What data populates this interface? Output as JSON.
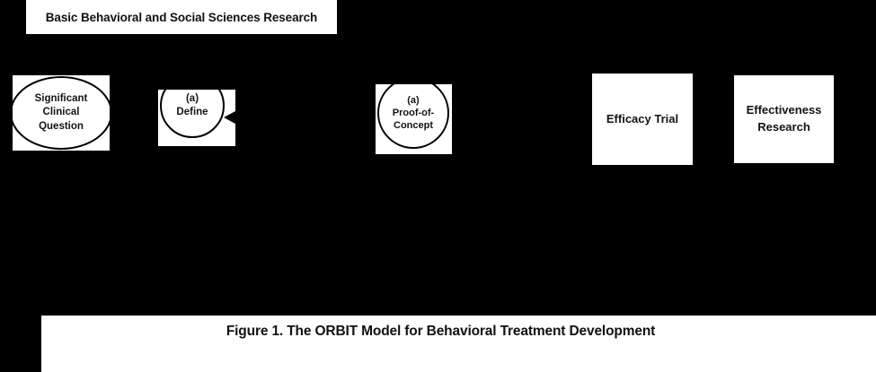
{
  "figure": {
    "background_color": "#000000",
    "shape_fill": "#ffffff",
    "stroke_color": "#000000",
    "text_color": "#141414"
  },
  "title_banner": {
    "label": "Basic Behavioral and Social Sciences Research"
  },
  "nodes": {
    "question": {
      "shape": "ellipse",
      "lines": [
        "Significant",
        "Clinical",
        "Question"
      ]
    },
    "define": {
      "shape": "circle",
      "lines": [
        "(a)",
        "Define"
      ]
    },
    "proof_of_concept": {
      "shape": "circle",
      "lines": [
        "(a)",
        "Proof-of-",
        "Concept"
      ]
    },
    "efficacy_trial": {
      "shape": "rectangle",
      "label": "Efficacy Trial"
    },
    "effectiveness_research": {
      "shape": "rectangle",
      "lines": [
        "Effectiveness",
        "Research"
      ]
    }
  },
  "connectors": {
    "define_arrow": {
      "icon": "arrowhead-left-icon",
      "direction": "left"
    }
  },
  "caption": {
    "text": "Figure 1.  The ORBIT Model for Behavioral Treatment Development"
  }
}
